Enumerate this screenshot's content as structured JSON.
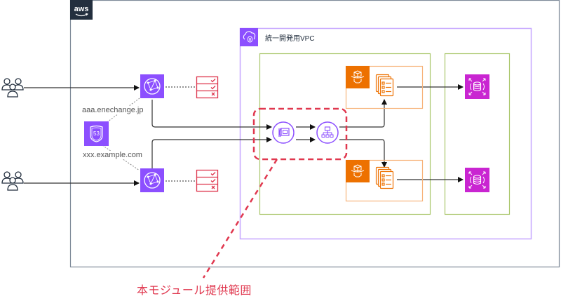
{
  "diagram": {
    "cloud": {
      "name": "AWS Cloud",
      "logo_text": "aws"
    },
    "vpc": {
      "title": "統一開発用VPC"
    },
    "dns": {
      "service": "Route 53",
      "badge_text": "53",
      "domains": [
        "aaa.enechange.jp",
        "xxx.example.com"
      ]
    },
    "scope_label": "本モジュール提供範囲",
    "nodes": [
      {
        "id": "users-1",
        "type": "users"
      },
      {
        "id": "users-2",
        "type": "users"
      },
      {
        "id": "cloudfront-1",
        "type": "CloudFront"
      },
      {
        "id": "cloudfront-2",
        "type": "CloudFront"
      },
      {
        "id": "waf-1",
        "type": "WAF rules"
      },
      {
        "id": "waf-2",
        "type": "WAF rules"
      },
      {
        "id": "internet-gateway",
        "type": "Internet Gateway"
      },
      {
        "id": "load-balancer",
        "type": "Application Load Balancer"
      },
      {
        "id": "fargate-1",
        "type": "Fargate"
      },
      {
        "id": "fargate-2",
        "type": "Fargate"
      },
      {
        "id": "tasks-1",
        "type": "ECS Tasks"
      },
      {
        "id": "tasks-2",
        "type": "ECS Tasks"
      },
      {
        "id": "rds-1",
        "type": "RDS"
      },
      {
        "id": "rds-2",
        "type": "RDS"
      }
    ],
    "colors": {
      "aws_dark": "#232F3E",
      "purple": "#8C4FFF",
      "vpc_border": "#C6A6FF",
      "subnet_border": "#A9C66A",
      "orange": "#ED7100",
      "orange_border": "#F7B37A",
      "magenta": "#C925D1",
      "waf_red": "#DD344C",
      "scope_red": "#E0384F",
      "line": "#333333"
    }
  }
}
